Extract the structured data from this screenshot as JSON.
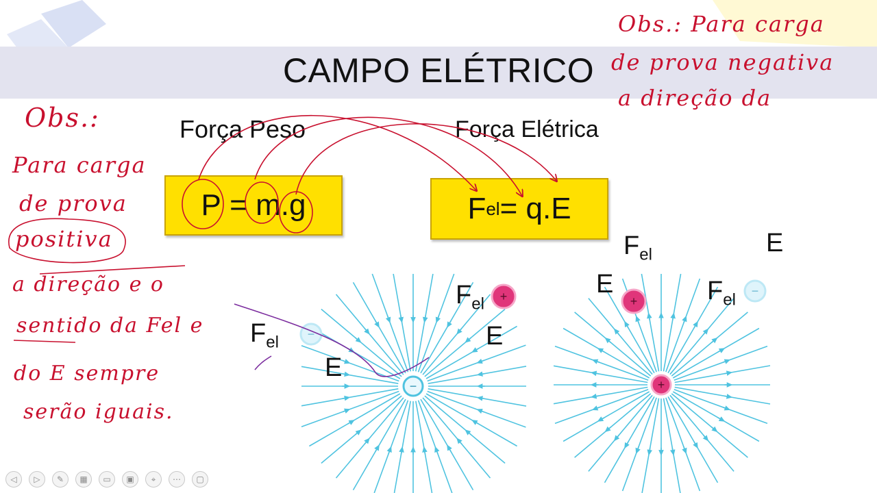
{
  "slide": {
    "title": "CAMPO ELÉTRICO",
    "heading_left": "Força Peso",
    "heading_right": "Força Elétrica",
    "formula_peso": {
      "p": "P",
      "eq": " = ",
      "m": "m",
      "dot": ".",
      "g": "g"
    },
    "formula_eletrica": {
      "f": "F",
      "sub": "el",
      "rest": "= q.E"
    }
  },
  "diagram_left": {
    "labels": {
      "fel": "F",
      "fel_sub": "el",
      "e": "E"
    },
    "charges": {
      "center": "−",
      "probe_positive": "+",
      "probe_negative": "−"
    }
  },
  "diagram_right": {
    "labels": {
      "fel": "F",
      "fel_sub": "el",
      "e": "E"
    },
    "charges": {
      "center": "+",
      "probe_positive": "+",
      "probe_negative": "−"
    }
  },
  "handwriting": {
    "left": [
      "Obs.:",
      "Para carga",
      "de prova",
      "positiva",
      "a direção e o",
      "sentido da Fel e",
      "do E sempre",
      "serão iguais."
    ],
    "top_right": [
      "Obs.: Para carga",
      "de prova negativa",
      "a direção da"
    ]
  },
  "colors": {
    "title_band": "#e3e3ef",
    "formula_fill": "#ffe000",
    "field_line": "#4fc3e0",
    "ink_red": "#c8102e",
    "ink_purple": "#7b2c9e",
    "charge_positive": "#e0357a"
  },
  "toolbar": {
    "icons": [
      "prev-icon",
      "next-icon",
      "pen-icon",
      "slides-icon",
      "subtitles-icon",
      "camera-icon",
      "pointer-icon",
      "more-icon",
      "presenter-icon"
    ],
    "glyphs": [
      "◁",
      "▷",
      "✎",
      "▦",
      "▭",
      "▣",
      "⌖",
      "⋯",
      "▢"
    ]
  }
}
